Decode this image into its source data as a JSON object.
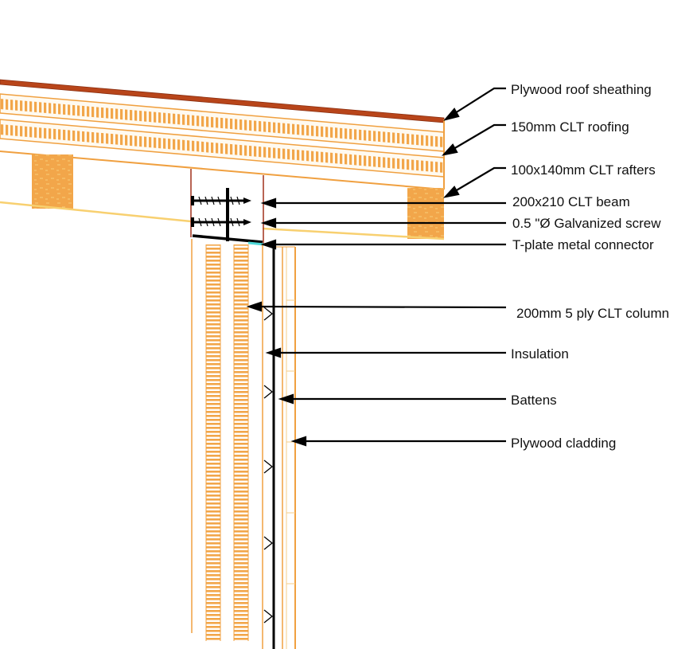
{
  "labels": {
    "plywood_roof_sheathing": "Plywood roof sheathing",
    "clt_roofing": "150mm CLT roofing",
    "clt_rafters": "100x140mm CLT rafters",
    "clt_beam": "200x210 CLT beam",
    "galvanized_screw": "0.5 \"Ø Galvanized screw",
    "tplate_connector": "T-plate metal connector",
    "clt_column": "200mm 5 ply CLT column",
    "insulation": "Insulation",
    "battens": "Battens",
    "plywood_cladding": "Plywood cladding"
  },
  "colors": {
    "sheathing": "#b8451a",
    "timber_line": "#f0a040",
    "timber_fill": "#f2a64a",
    "rafter_light": "#f8cf7a",
    "connector_tip": "#4ed8d8",
    "ink": "#000000"
  }
}
